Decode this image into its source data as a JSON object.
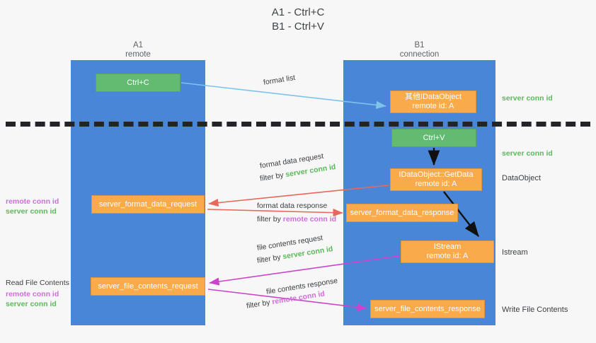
{
  "title": {
    "line1": "A1 - Ctrl+C",
    "line2": "B1 - Ctrl+V"
  },
  "lanes": [
    {
      "name": "A1",
      "sub": "remote",
      "color": "#4a86d8"
    },
    {
      "name": "B1",
      "sub": "connection",
      "color": "#4a86d8"
    }
  ],
  "colors": {
    "lane": "#4a86d8",
    "green_box": "#63bb72",
    "orange_box": "#f9aa4b",
    "server_conn_id": "#5cb85c",
    "remote_conn_id": "#d06ddb",
    "arrow_format_list": "#7ec4ea",
    "arrow_format_data": "#e8685d",
    "arrow_file_contents": "#cc44cc",
    "arrow_black": "#101010",
    "divider": "#222428"
  },
  "boxes": {
    "ctrl_c": {
      "line1": "Ctrl+C",
      "line2": ""
    },
    "idataobject": {
      "line1": "其他IDataObject",
      "line2": "remote id: A"
    },
    "ctrl_v": {
      "line1": "Ctrl+V",
      "line2": ""
    },
    "getdata": {
      "line1": "IDataObject::GetData",
      "line2": "remote id: A"
    },
    "istream": {
      "line1": "IStream",
      "line2": "remote id: A"
    },
    "format_data_request": {
      "line1": "server_format_data_request",
      "line2": ""
    },
    "format_data_response": {
      "line1": "server_format_data_response",
      "line2": ""
    },
    "file_contents_request": {
      "line1": "server_file_contents_request",
      "line2": ""
    },
    "file_contents_response": {
      "line1": "server_file_contents_response",
      "line2": ""
    }
  },
  "arrow_labels": {
    "format_list": {
      "text": "format list"
    },
    "format_data_request": {
      "line1": "format data request",
      "filter_prefix": "filter by ",
      "filter_value": "server conn id"
    },
    "format_data_response": {
      "line1": "format data response",
      "filter_prefix": "filter by ",
      "filter_value": "remote conn id"
    },
    "file_contents_request": {
      "line1": "file contents request",
      "filter_prefix": "filter by ",
      "filter_value": "server conn id"
    },
    "file_contents_response": {
      "line1": "file contents response",
      "filter_prefix": "filter by ",
      "filter_value": "remote conn id"
    }
  },
  "left_annotations": {
    "conn_ids_top": {
      "remote": "remote conn id",
      "server": "server conn id"
    },
    "read_file_contents": {
      "title": "Read File Contents",
      "remote": "remote conn id",
      "server": "server conn id"
    }
  },
  "right_annotations": {
    "server_conn_id_top": "server conn id",
    "server_conn_id_mid": "server conn id",
    "dataobject": "DataObject",
    "istream": "Istream",
    "write_file_contents": "Write File Contents"
  }
}
